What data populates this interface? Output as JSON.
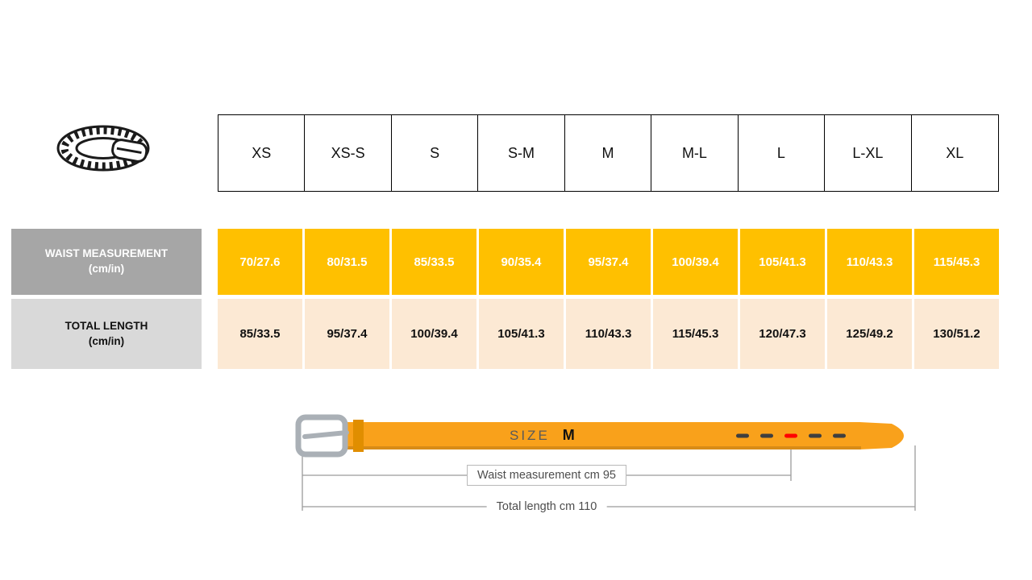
{
  "chart_data": {
    "type": "table",
    "columns": [
      "XS",
      "XS-S",
      "S",
      "S-M",
      "M",
      "M-L",
      "L",
      "L-XL",
      "XL"
    ],
    "rows": [
      {
        "label": "WAIST MEASUREMENT",
        "unit": "(cm/in)",
        "values": [
          "70/27.6",
          "80/31.5",
          "85/33.5",
          "90/35.4",
          "95/37.4",
          "100/39.4",
          "105/41.3",
          "110/43.3",
          "115/45.3"
        ]
      },
      {
        "label": "TOTAL LENGTH",
        "unit": "(cm/in)",
        "values": [
          "85/33.5",
          "95/37.4",
          "100/39.4",
          "105/41.3",
          "110/43.3",
          "115/45.3",
          "120/47.3",
          "125/49.2",
          "130/51.2"
        ]
      }
    ]
  },
  "diagram": {
    "size_word": "SIZE",
    "size_value": "M",
    "waist_caption": "Waist measurement cm 95",
    "length_caption": "Total length cm 110"
  },
  "icons": {
    "belt_photo": "braided-belt-icon",
    "buckle": "belt-buckle-icon",
    "highlighted_hole": "belt-hole-highlighted"
  },
  "colors": {
    "waist_row": "#ffc000",
    "length_row": "#fce9d4",
    "waist_label_bg": "#a6a6a6",
    "length_label_bg": "#d9d9d9",
    "belt_strap": "#f9a11b",
    "hole": "#3f3f3f",
    "hole_highlight": "#ff0000",
    "dimension_line": "#9b9b9b"
  }
}
